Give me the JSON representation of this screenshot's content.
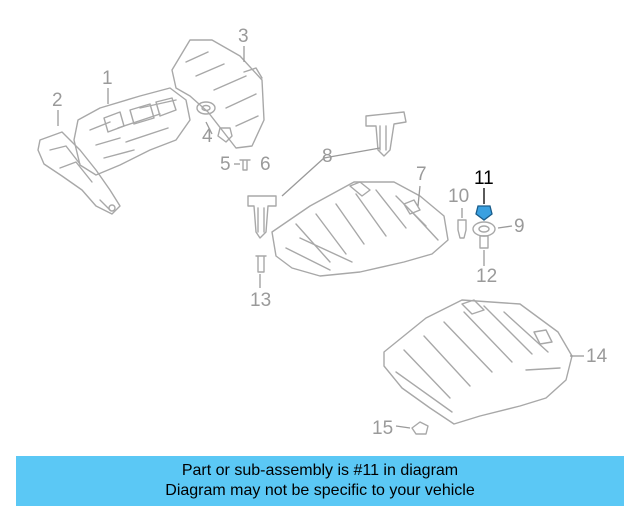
{
  "callouts": {
    "n1": "1",
    "n2": "2",
    "n3": "3",
    "n4": "4",
    "n5": "5",
    "n6": "6",
    "n7": "7",
    "n8": "8",
    "n9": "9",
    "n10": "10",
    "n11": "11",
    "n12": "12",
    "n13": "13",
    "n14": "14",
    "n15": "15"
  },
  "highlighted_part": "11",
  "colors": {
    "banner": "#5bc8f5",
    "highlight": "#3aa0e0",
    "line_art": "#a8a8a8"
  },
  "banner": {
    "line1": "Part or sub-assembly is #11 in diagram",
    "line2": "Diagram may not be specific to your vehicle"
  }
}
